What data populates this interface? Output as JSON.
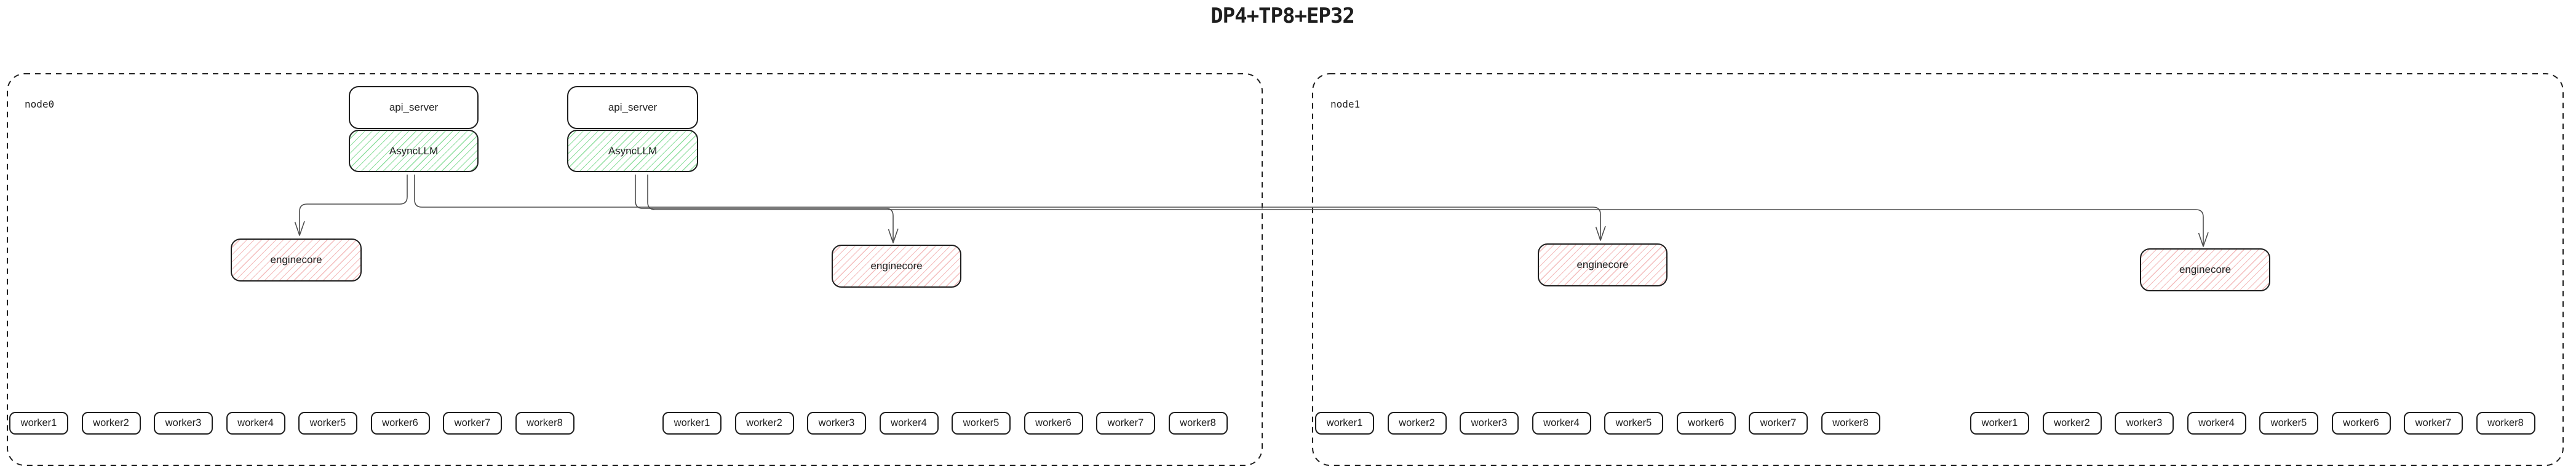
{
  "title": "DP4+TP8+EP32",
  "colors": {
    "box_border": "#1e1e1e",
    "green_hatch": "#8fdf9f",
    "red_hatch": "#f4bcbc",
    "connector": "#4d4d4d",
    "node_border": "#1f1f1f",
    "background": "#ffffff"
  },
  "nodes": [
    {
      "label": "node0",
      "stacks": [
        {
          "api_server": "api_server",
          "asyncllm": "AsyncLLM"
        },
        {
          "api_server": "api_server",
          "asyncllm": "AsyncLLM"
        }
      ],
      "enginecores": [
        "enginecore",
        "enginecore"
      ],
      "worker_groups": [
        [
          "worker1",
          "worker2",
          "worker3",
          "worker4",
          "worker5",
          "worker6",
          "worker7",
          "worker8"
        ],
        [
          "worker1",
          "worker2",
          "worker3",
          "worker4",
          "worker5",
          "worker6",
          "worker7",
          "worker8"
        ]
      ]
    },
    {
      "label": "node1",
      "stacks": [],
      "enginecores": [
        "enginecore",
        "enginecore"
      ],
      "worker_groups": [
        [
          "worker1",
          "worker2",
          "worker3",
          "worker4",
          "worker5",
          "worker6",
          "worker7",
          "worker8"
        ],
        [
          "worker1",
          "worker2",
          "worker3",
          "worker4",
          "worker5",
          "worker6",
          "worker7",
          "worker8"
        ]
      ]
    }
  ]
}
